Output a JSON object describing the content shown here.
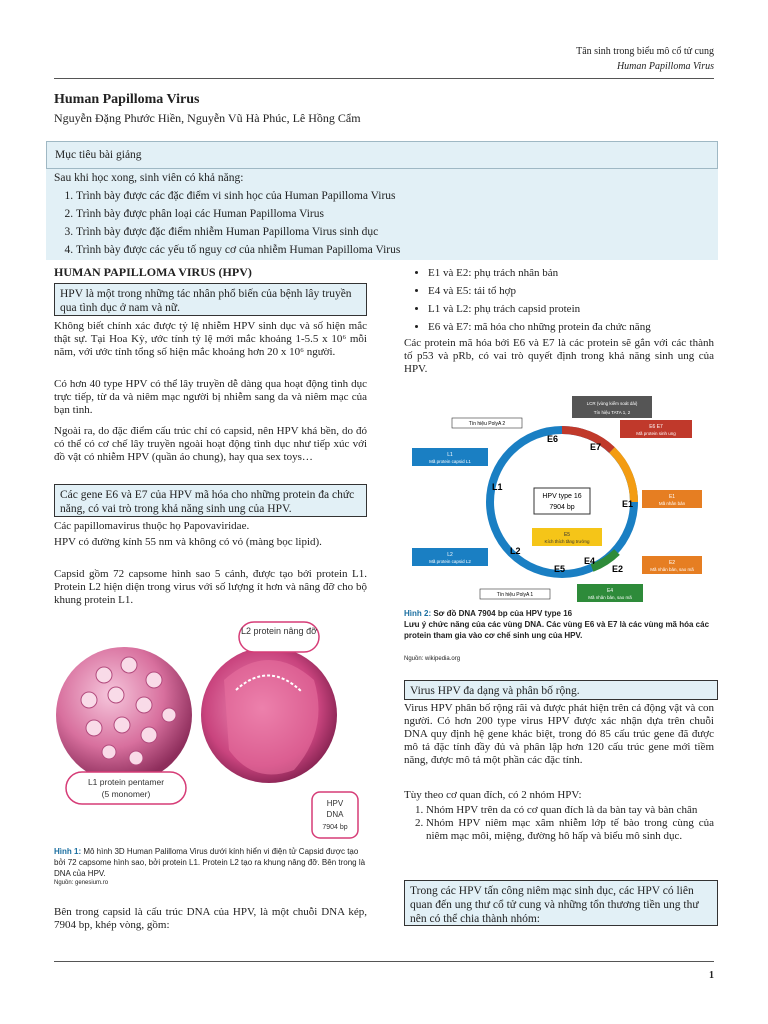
{
  "header": {
    "line1": "Tân sinh trong biểu mô cổ tử cung",
    "line2": "Human Papilloma Virus"
  },
  "title": "Human Papilloma Virus",
  "authors": "Nguyễn Đặng Phước Hiền, Nguyễn Vũ Hà Phúc, Lê Hồng Cẩm",
  "objectives": {
    "heading": "Mục tiêu bài giảng",
    "intro": "Sau khi học xong, sinh viên có khả năng:",
    "items": [
      "Trình bày được các đặc điểm vi sinh học của Human Papilloma Virus",
      "Trình bày được phân loại các Human Papilloma Virus",
      "Trình bày được đặc điểm nhiễm Human Papilloma Virus sinh dục",
      "Trình bày được các yếu tố nguy cơ của nhiễm Human Papilloma Virus"
    ]
  },
  "left": {
    "section": "HUMAN PAPILLOMA VIRUS (HPV)",
    "box1": "HPV là một trong những tác nhân phổ biến của bệnh lây truyền qua tình dục ở nam và nữ.",
    "p1": "Không biết chính xác được tỷ lệ nhiễm HPV sinh dục và số hiện mắc thật sự. Tại Hoa Kỳ, ước tính tỷ lệ mới mắc khoảng 1-5.5 x 10⁶ mỗi năm, với ước tính tổng số hiện mắc khoảng hơn 20 x 10⁶ người.",
    "p2": "Có hơn 40 type HPV có thể lây truyền dễ dàng qua hoạt động tình dục trực tiếp, từ da và niêm mạc người bị nhiễm sang da và niêm mạc của bạn tình.",
    "p3": "Ngoài ra, do đặc điểm cấu trúc chỉ có capsid, nên HPV khá bền, do đó có thể có cơ chế lây truyền ngoài hoạt động tình dục như tiếp xúc với đồ vật có nhiễm HPV (quần áo chung), hay qua sex toys…",
    "box2": "Các gene E6 và E7 của HPV mã hóa cho những protein đa chức năng, có vai trò trong khả năng sinh ung của HPV.",
    "p4": "Các papillomavirus thuộc họ Papovaviridae.",
    "p5": "HPV có đường kính 55 nm và không có vỏ (màng bọc lipid).",
    "p6": "Capsid gồm 72 capsome hình sao 5 cánh, được tạo bởi protein L1. Protein L2 hiện diện trong virus với số lượng ít hơn và nâng đỡ cho bộ khung protein L1.",
    "fig1": {
      "label_l2": "L2 protein nâng đỡ",
      "label_l1a": "L1 protein pentamer",
      "label_l1b": "(5 monomer)",
      "label_dna1": "HPV",
      "label_dna2": "DNA",
      "label_dna3": "7904 bp",
      "cap_title": "Hình 1:",
      "cap_text": " Mô hình 3D Human Palilloma Virus dưới kính hiển vi điện tử Capsid được tạo bởi 72 capsome hình sao, bởi protein L1. Protein L2 tạo ra khung nâng đỡ. Bên trong là DNA của HPV.",
      "source": "Nguồn: genesium.ro"
    },
    "p7": "Bên trong capsid là cấu trúc DNA của HPV, là một chuỗi DNA kép, 7904 bp, khép vòng, gồm:"
  },
  "right": {
    "bullets": [
      "E1 và E2: phụ trách nhân bản",
      "E4 và E5: tái tổ hợp",
      "L1 và L2: phụ trách capsid protein",
      "E6 và E7: mã hóa cho những protein đa chức năng"
    ],
    "p1": "Các protein mã hóa bởi E6 và E7 là các protein sẽ gắn với các thành tố p53 và pRb, có vai trò quyết định trong khả năng sinh ung của HPV.",
    "fig2": {
      "center1": "HPV type 16",
      "center2": "7904 bp",
      "lcr1": "LCR (vùng kiểm soát dài)",
      "lcr2": "Tín hiệu TATA 1, 2",
      "polyA2": "Tín hiệu PolyA 2",
      "polyA1": "Tín hiệu PolyA 1",
      "e6": "E6",
      "e7": "E7",
      "e1": "E1",
      "e2": "E2",
      "e4": "E4",
      "e5": "E5",
      "l1": "L1",
      "l2": "L2",
      "box_e6e7a": "E6 E7",
      "box_e6e7b": "Mã protein sinh ung",
      "box_e1a": "E1",
      "box_e1b": "Mã nhân bản",
      "box_e2a": "E2",
      "box_e2b": "Mã nhân bản, sao mã",
      "box_e4a": "E4",
      "box_e4b": "Mã nhân bản, sao mã",
      "box_e5a": "E5",
      "box_e5b": "Kích thích tăng trưởng",
      "box_l1a": "L1",
      "box_l1b": "Mã protein capsid L1",
      "box_l2a": "L2",
      "box_l2b": "Mã protein capsid L2",
      "cap_title": "Hình 2:",
      "cap_t1": " Sơ đồ DNA 7904 bp của HPV type 16",
      "cap_t2": "Lưu ý chức năng của các vùng DNA. Các vùng E6 và E7 là các vùng mã hóa các protein tham gia vào cơ chế sinh ung của HPV.",
      "source": "Nguồn: wikipedia.org"
    },
    "box3": "Virus HPV đa dạng và phân bố rộng.",
    "p2": "Virus HPV phân bố rộng rãi và được phát hiện trên cả động vật và con người. Có hơn 200 type virus HPV được xác nhận dựa trên chuỗi DNA quy định hệ gene khác biệt, trong đó 85 cấu trúc gene đã được mô tả đặc tính đầy đủ và phân lập hơn 120 cấu trúc gene mới tiềm năng, được mô tả một phần các đặc tính.",
    "p3": "Tùy theo cơ quan đích, có 2 nhóm HPV:",
    "groups": [
      "Nhóm HPV trên da có cơ quan đích là da bàn tay và bàn chân",
      "Nhóm HPV niêm mạc xâm nhiễm lớp tế bào trong cùng của niêm mạc môi, miệng, đường hô hấp và biểu mô sinh dục."
    ],
    "box4": "Trong các HPV tấn công niêm mạc sinh dục, các HPV có liên quan đến ung thư cổ tử cung và những tổn thương tiền ung thư nên có thể chia thành nhóm:"
  },
  "page_number": "1"
}
